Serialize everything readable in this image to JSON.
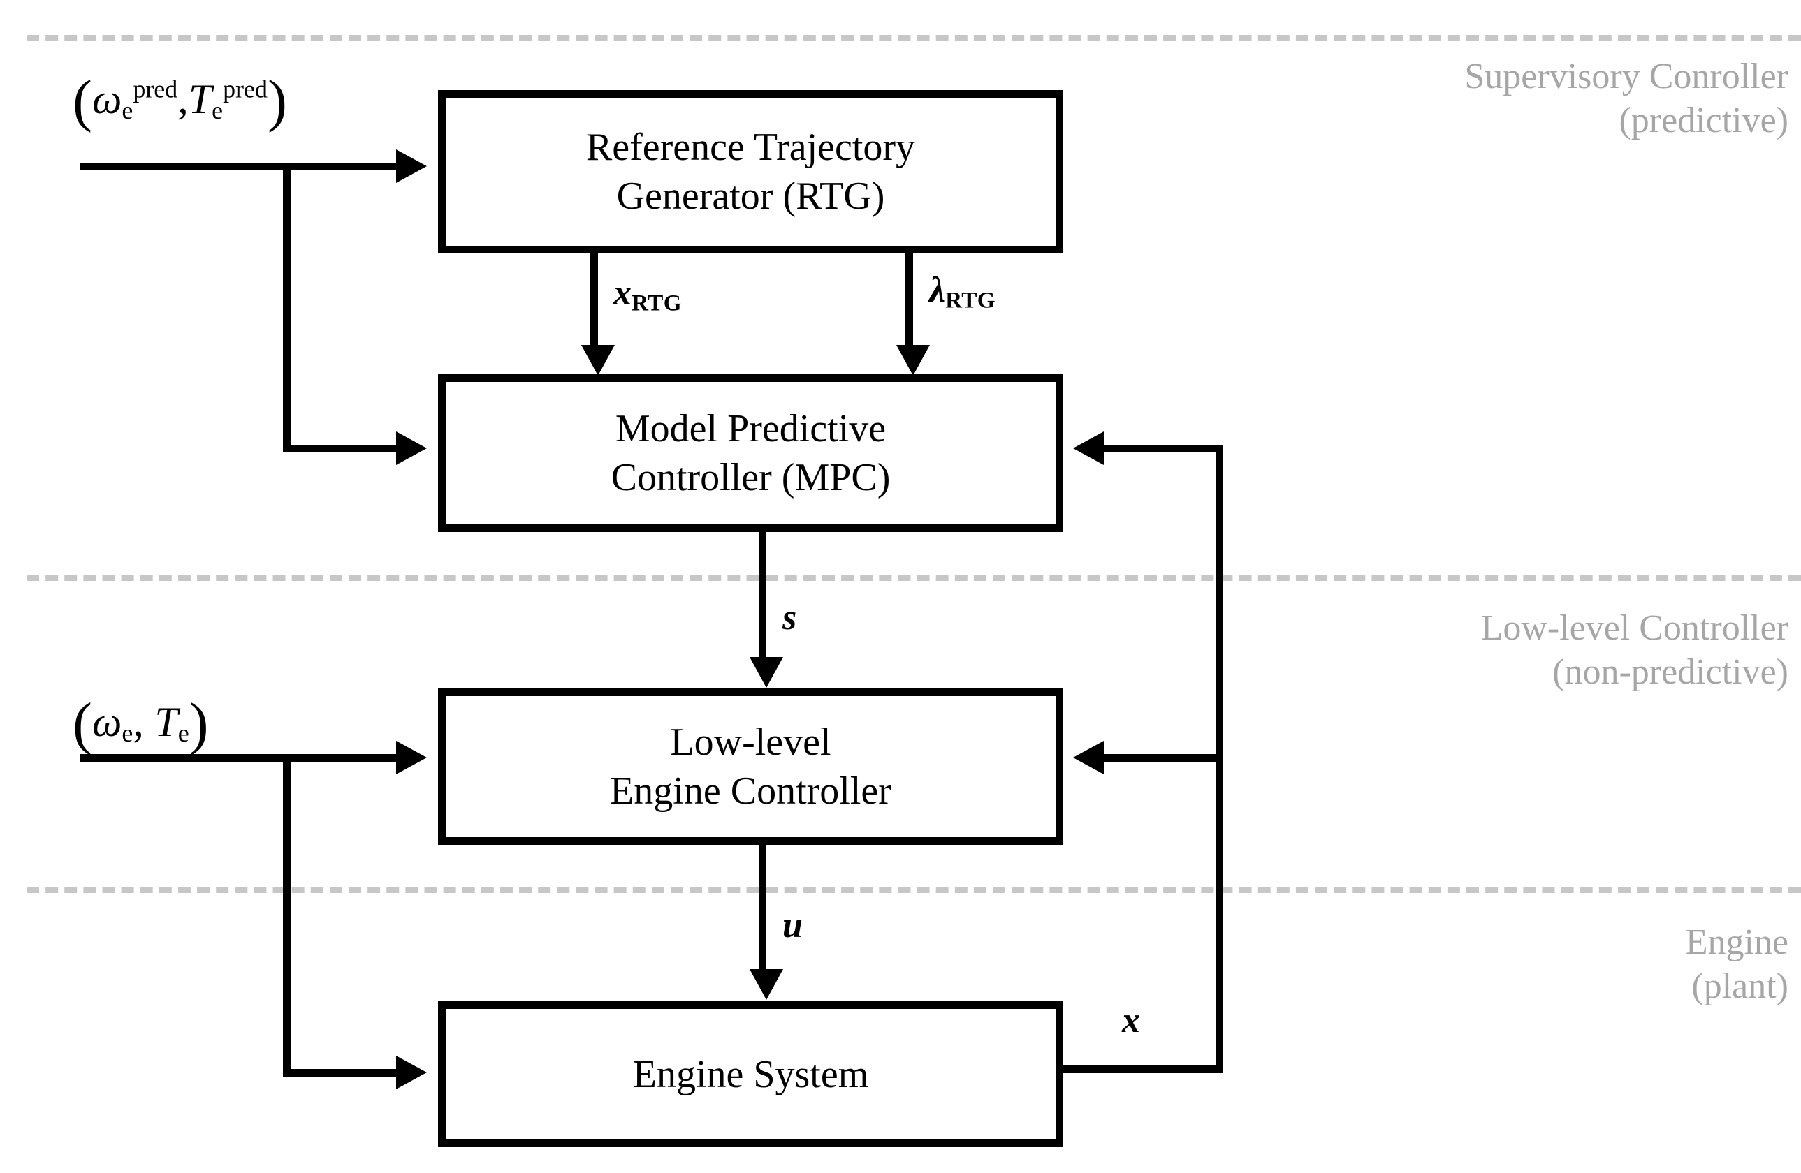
{
  "diagram": {
    "title": "Hierarchical engine control block diagram",
    "colors": {
      "stroke": "#000000",
      "divider": "#c7c7c7",
      "layer_note": "#a6a6a6",
      "background": "#ffffff"
    }
  },
  "blocks": [
    {
      "id": "rtg",
      "line1": "Reference Trajectory",
      "line2": "Generator (RTG)"
    },
    {
      "id": "mpc",
      "line1": "Model Predictive",
      "line2": "Controller (MPC)"
    },
    {
      "id": "llec",
      "line1": "Low-level",
      "line2": "Engine Controller"
    },
    {
      "id": "engine",
      "line1": "Engine System",
      "line2": ""
    }
  ],
  "layers": [
    {
      "id": "supervisory",
      "line1": "Supervisory Conroller",
      "line2": "(predictive)"
    },
    {
      "id": "lowlevel",
      "line1": "Low-level Controller",
      "line2": "(non-predictive)"
    },
    {
      "id": "plant",
      "line1": "Engine",
      "line2": "(plant)"
    }
  ],
  "inputs": {
    "predicted": {
      "open_paren": "(",
      "omega": "ω",
      "omega_sub": "e",
      "omega_sup": "pred",
      "comma": ",",
      "torque": "T",
      "torque_sub": "e",
      "torque_sup": "pred",
      "close_paren": ")"
    },
    "measured": {
      "open_paren": "(",
      "omega": "ω",
      "omega_sub": "e",
      "comma": ",",
      "torque": "T",
      "torque_sub": "e",
      "close_paren": ")"
    }
  },
  "signals": [
    {
      "id": "x_rtg",
      "symbol": "x",
      "subscript": "RTG"
    },
    {
      "id": "lambda_rtg",
      "symbol": "λ",
      "subscript": "RTG"
    },
    {
      "id": "s",
      "symbol": "s",
      "subscript": ""
    },
    {
      "id": "u",
      "symbol": "u",
      "subscript": ""
    },
    {
      "id": "x_fb",
      "symbol": "x",
      "subscript": ""
    }
  ]
}
